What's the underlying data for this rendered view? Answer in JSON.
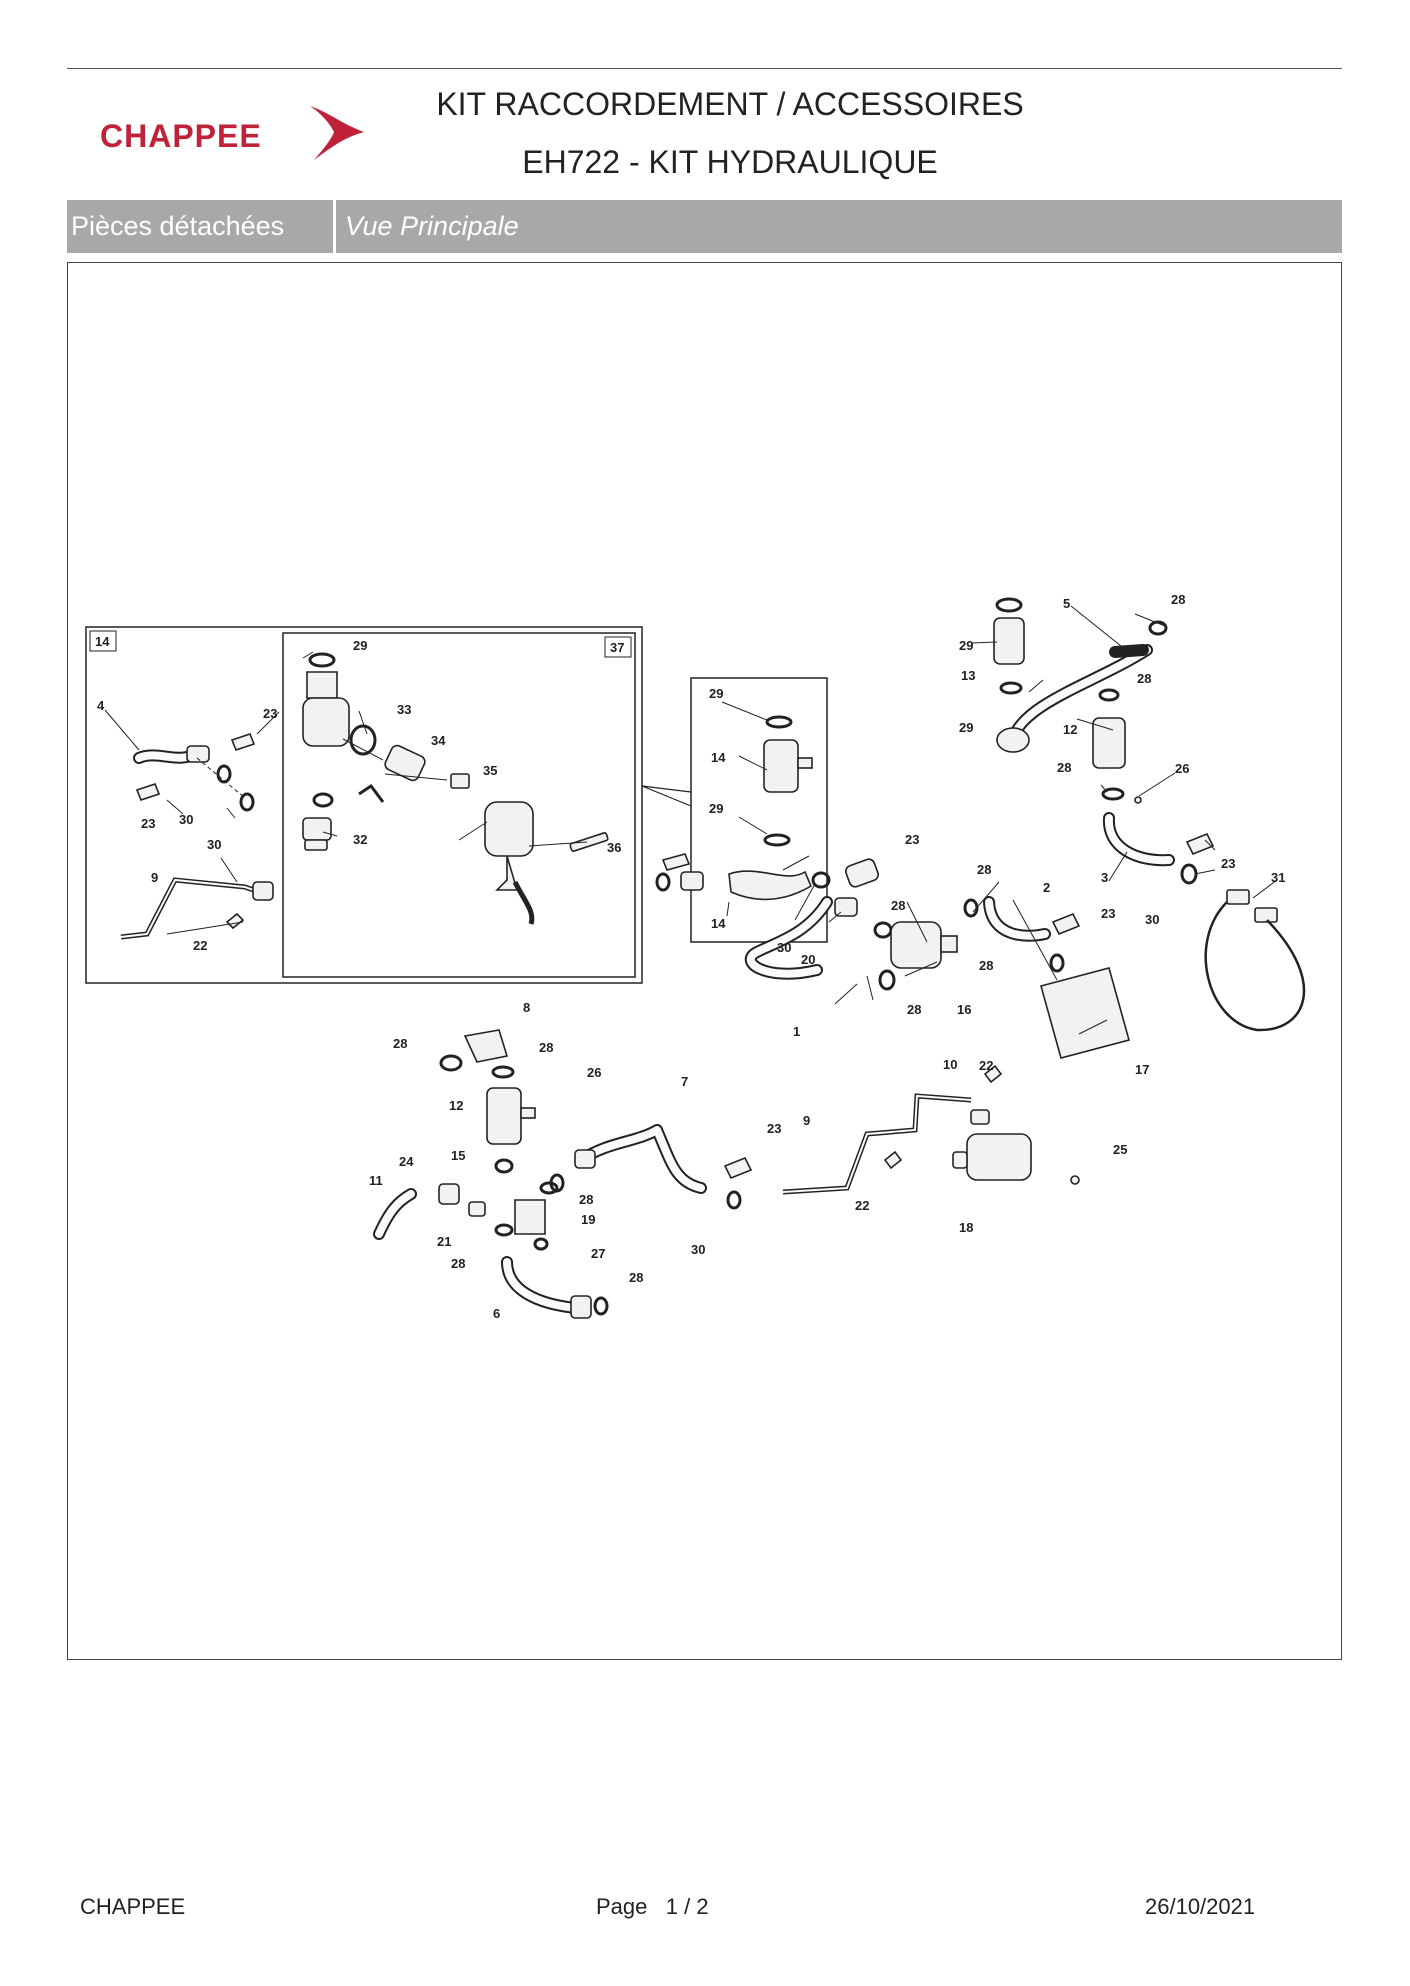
{
  "header": {
    "brand": "CHAPPEE",
    "title_line1": "KIT RACCORDEMENT / ACCESSOIRES",
    "title_line2": "EH722 - KIT HYDRAULIQUE"
  },
  "section_bar": {
    "label": "Pièces détachées",
    "view": "Vue Principale"
  },
  "diagram": {
    "inset_labels": [
      "14",
      "37"
    ],
    "callouts": [
      "1",
      "2",
      "3",
      "4",
      "5",
      "6",
      "7",
      "8",
      "9",
      "10",
      "11",
      "12",
      "13",
      "14",
      "15",
      "16",
      "17",
      "18",
      "19",
      "20",
      "21",
      "22",
      "23",
      "24",
      "25",
      "26",
      "27",
      "28",
      "29",
      "30",
      "31",
      "32",
      "33",
      "34",
      "35",
      "36"
    ],
    "colors": {
      "brand": "#c0223a",
      "bar": "#a8a8a8",
      "line": "#222222"
    }
  },
  "footer": {
    "brand": "CHAPPEE",
    "page_label": "Page",
    "page_current": "1",
    "page_sep": "/",
    "page_total": "2",
    "date": "26/10/2021"
  }
}
